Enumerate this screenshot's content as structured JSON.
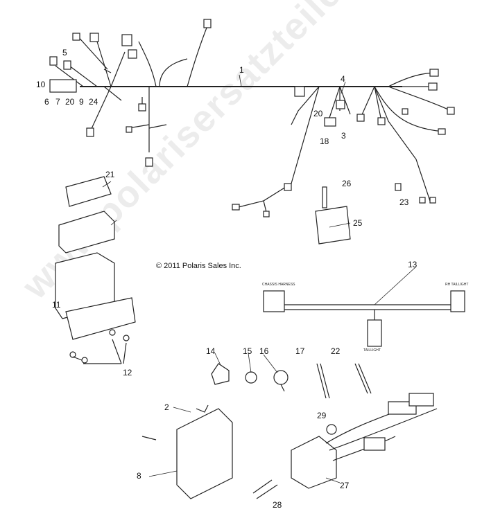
{
  "copyright": "© 2011 Polaris Sales Inc.",
  "watermark": "www.polarisersatzteile.de",
  "harness_labels": {
    "chassis": "CHASSIS HARNESS",
    "taillight_end": "RH TAILLIGHT",
    "taillight": "TAILLIGHT"
  },
  "callouts": [
    {
      "id": "c1",
      "text": "1"
    },
    {
      "id": "c2",
      "text": "2"
    },
    {
      "id": "c3",
      "text": "3"
    },
    {
      "id": "c4",
      "text": "4"
    },
    {
      "id": "c5",
      "text": "5"
    },
    {
      "id": "c6",
      "text": "6"
    },
    {
      "id": "c7",
      "text": "7"
    },
    {
      "id": "c8",
      "text": "8"
    },
    {
      "id": "c9",
      "text": "9"
    },
    {
      "id": "c10",
      "text": "10"
    },
    {
      "id": "c11",
      "text": "11"
    },
    {
      "id": "c12",
      "text": "12"
    },
    {
      "id": "c13",
      "text": "13"
    },
    {
      "id": "c14",
      "text": "14"
    },
    {
      "id": "c15",
      "text": "15"
    },
    {
      "id": "c16",
      "text": "16"
    },
    {
      "id": "c17",
      "text": "17"
    },
    {
      "id": "c18",
      "text": "18"
    },
    {
      "id": "c20a",
      "text": "20"
    },
    {
      "id": "c20b",
      "text": "20"
    },
    {
      "id": "c21",
      "text": "21"
    },
    {
      "id": "c22",
      "text": "22"
    },
    {
      "id": "c23",
      "text": "23"
    },
    {
      "id": "c24",
      "text": "24"
    },
    {
      "id": "c25",
      "text": "25"
    },
    {
      "id": "c26",
      "text": "26"
    },
    {
      "id": "c27",
      "text": "27"
    },
    {
      "id": "c28",
      "text": "28"
    },
    {
      "id": "c29",
      "text": "29"
    }
  ]
}
